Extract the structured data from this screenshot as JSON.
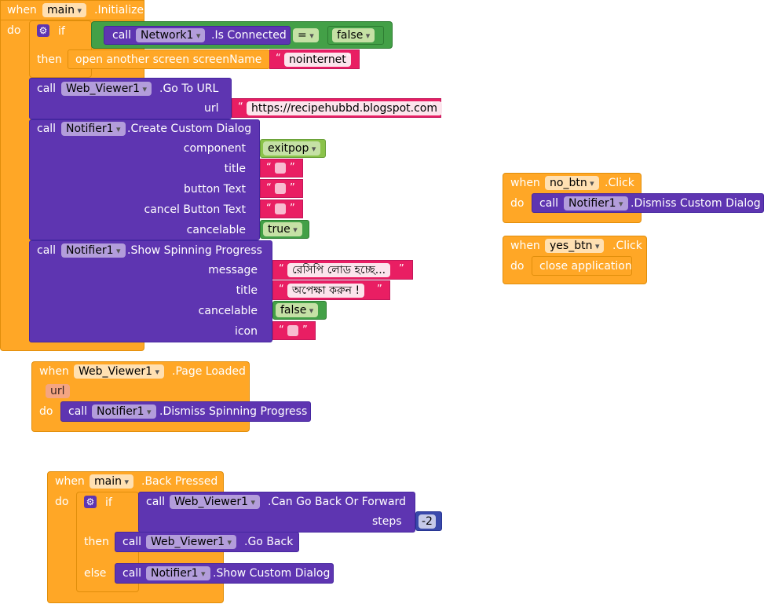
{
  "w": {
    "when": "when",
    "do": "do",
    "if": "if",
    "then": "then",
    "else": "else",
    "call": "call",
    "q1": "“",
    "q2": "”"
  },
  "init": {
    "component": "main",
    "event": ".Initialize",
    "network": "Network1",
    "is_connected": ".Is Connected",
    "eq_op": "=",
    "eq_value": "false",
    "open_screen": "open another screen   screenName",
    "screen_name": "nointernet",
    "wv": "Web_Viewer1",
    "go_to_url": ".Go To URL",
    "url_label": "url",
    "url_value": "https://recipehubbd.blogspot.com",
    "notifier": "Notifier1",
    "create_custom_dialog": ".Create Custom Dialog",
    "component_label": "component",
    "component_value": "exitpop",
    "title_label": "title",
    "button_text_label": "button Text",
    "cancel_button_text_label": "cancel Button Text",
    "cancelable_label": "cancelable",
    "cancelable_value": "true",
    "show_spinning": ".Show Spinning Progress",
    "message_label": "message",
    "message_value": "রেসিপি লোড হচ্ছে...",
    "title2_value": "অপেক্ষা করুন !",
    "cancelable2_value": "false",
    "icon_label": "icon"
  },
  "no_btn": {
    "component": "no_btn",
    "event": ".Click",
    "notifier": "Notifier1",
    "method": ".Dismiss Custom Dialog"
  },
  "yes_btn": {
    "component": "yes_btn",
    "event": ".Click",
    "action": "close application"
  },
  "page_loaded": {
    "component": "Web_Viewer1",
    "event": ".Page Loaded",
    "param": "url",
    "notifier": "Notifier1",
    "method": ".Dismiss Spinning Progress"
  },
  "back": {
    "component": "main",
    "event": ".Back Pressed",
    "wv": "Web_Viewer1",
    "can_go": ".Can Go Back Or Forward",
    "steps_label": "steps",
    "steps_value": "-2",
    "go_back": ".Go Back",
    "notifier": "Notifier1",
    "show_custom": ".Show Custom Dialog"
  }
}
